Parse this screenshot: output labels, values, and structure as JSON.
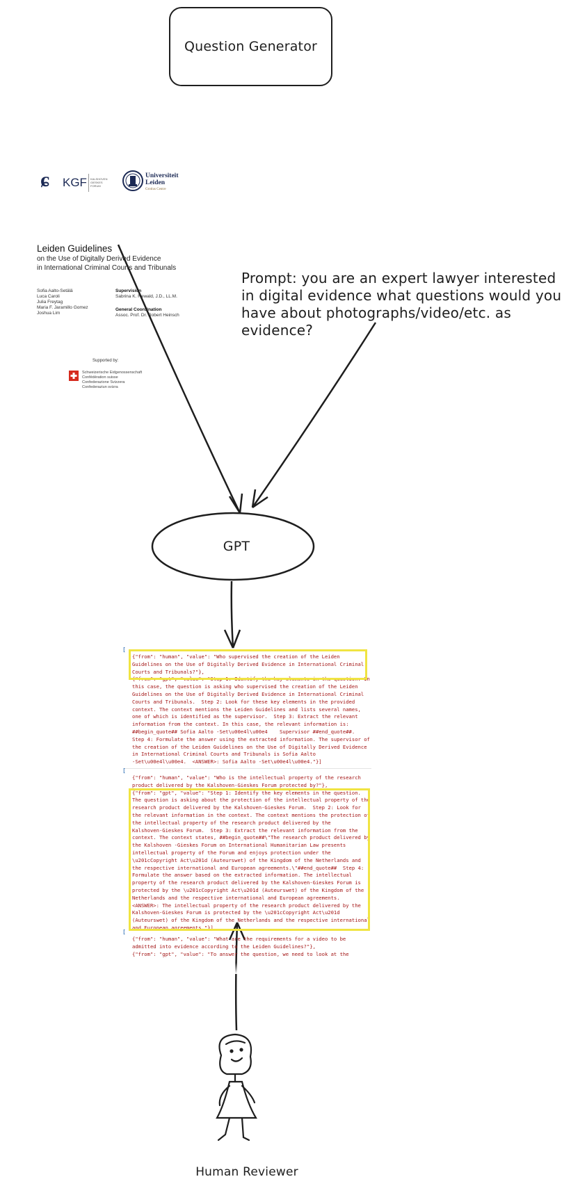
{
  "title": "Question Generator",
  "cover": {
    "kgf_logo": "KGF",
    "kgf_sub": "KALSHOVEN\nGIESKES\nFORUM",
    "leiden_name": "Universiteit\nLeiden",
    "leiden_sub": "Grotius Centre",
    "doc_title": "Leiden Guidelines",
    "doc_subtitle": "on the Use of Digitally Derived Evidence\nin International Criminal Courts and Tribunals",
    "authors": "Sofia Aalto-Setälä\nLuca Caroli\nJulia Freytag\nMaria F. Jaramillo Gomez\nJoshua Lim",
    "supervision_heading": "Supervision",
    "supervision_name": "Sabrina K. Rewald, J.D., LL.M.",
    "coordination_heading": "General Coordination",
    "coordination_name": "Assoc. Prof. Dr. Robert Heinsch",
    "supported_by": "Supported by:",
    "swiss_text": "Schweizerische Eidgenossenschaft\nConfédération suisse\nConfederazione Svizzera\nConfederaziun svizra"
  },
  "prompt": "Prompt: you are an expert lawyer interested in digital evidence what questions would you have about photographs/video/etc. as evidence?",
  "gpt_label": "GPT",
  "reviewer_label": "Human Reviewer",
  "code": {
    "block1": "{\"from\": \"human\", \"value\": \"Who supervised the creation of the Leiden\nGuidelines on the Use of Digitally Derived Evidence in International Criminal\nCourts and Tribunals?\"},\n{\"from\": \"gpt\", \"value\": \"Step 1: Identify the key elements in the question. In\nthis case, the question is asking who supervised the creation of the Leiden\nGuidelines on the Use of Digitally Derived Evidence in International Criminal\nCourts and Tribunals.  Step 2: Look for these key elements in the provided\ncontext. The context mentions the Leiden Guidelines and lists several names,\none of which is identified as the supervisor.  Step 3: Extract the relevant\ninformation from the context. In this case, the relevant information is:\n##begin_quote## Sofia Aalto -Set\\u00e4l\\u00e4    Supervisor ##end_quote##.\nStep 4: Formulate the answer using the extracted information. The supervisor of\nthe creation of the Leiden Guidelines on the Use of Digitally Derived Evidence\nin International Criminal Courts and Tribunals is Sofia Aalto\n-Set\\u00e4l\\u00e4.  <ANSWER>: Sofia Aalto -Set\\u00e4l\\u00e4.\"}]",
    "block2": "{\"from\": \"human\", \"value\": \"Who is the intellectual property of the research\nproduct delivered by the Kalshoven-Gieskes Forum protected by?\"},\n{\"from\": \"gpt\", \"value\": \"Step 1: Identify the key elements in the question.\nThe question is asking about the protection of the intellectual property of the\nresearch product delivered by the Kalshoven-Gieskes Forum.  Step 2: Look for\nthe relevant information in the context. The context mentions the protection of\nthe intellectual property of the research product delivered by the\nKalshoven-Gieskes Forum.  Step 3: Extract the relevant information from the\ncontext. The context states, ##begin_quote##\\\"The research product delivered by\nthe Kalshoven -Gieskes Forum on International Humanitarian Law presents\nintellectual property of the Forum and enjoys protection under the\n\\u201cCopyright Act\\u201d (Auteurswet) of the Kingdom of the Netherlands and\nthe respective international and European agreements.\\\"##end_quote##  Step 4:\nFormulate the answer based on the extracted information. The intellectual\nproperty of the research product delivered by the Kalshoven-Gieskes Forum is\nprotected by the \\u201cCopyright Act\\u201d (Auteurswet) of the Kingdom of the\nNetherlands and the respective international and European agreements.\n<ANSWER>: The intellectual property of the research product delivered by the\nKalshoven-Gieskes Forum is protected by the \\u201cCopyright Act\\u201d\n(Auteurswet) of the Kingdom of the Netherlands and the respective international\nand European agreements.\"}]",
    "block3": "{\"from\": \"human\", \"value\": \"What are the requirements for a video to be\nadmitted into evidence according to the Leiden Guidelines?\"},\n{\"from\": \"gpt\", \"value\": \"To answer the question, we need to look at the"
  },
  "colors": {
    "stroke": "#1e1e1e",
    "highlight": "#f0e442",
    "code_string": "#a31515",
    "code_key": "#0451a5"
  }
}
